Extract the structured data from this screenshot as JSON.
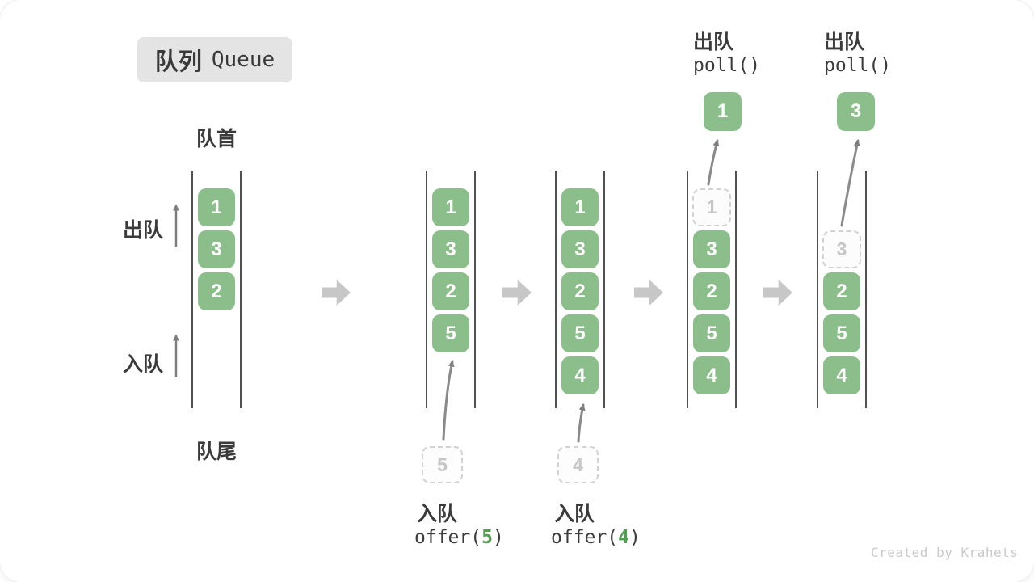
{
  "title": {
    "zh": "队列",
    "en": "Queue"
  },
  "side_labels": {
    "front": "队首",
    "rear": "队尾",
    "dequeue": "出队",
    "enqueue": "入队"
  },
  "queues": [
    {
      "slots": [
        "1",
        "3",
        "2"
      ]
    },
    {
      "slots": [
        "1",
        "3",
        "2",
        "5"
      ],
      "pending": {
        "value": "5",
        "label": "入队",
        "code_pre": "offer(",
        "code_arg": "5",
        "code_post": ")"
      }
    },
    {
      "slots": [
        "1",
        "3",
        "2",
        "5",
        "4"
      ],
      "pending": {
        "value": "4",
        "label": "入队",
        "code_pre": "offer(",
        "code_arg": "4",
        "code_post": ")"
      }
    },
    {
      "ghost": "1",
      "slots": [
        "3",
        "2",
        "5",
        "4"
      ],
      "polled": {
        "label": "出队",
        "code": "poll()",
        "value": "1"
      }
    },
    {
      "ghost": "3",
      "slots": [
        "2",
        "5",
        "4"
      ],
      "polled": {
        "label": "出队",
        "code": "poll()",
        "value": "3"
      }
    }
  ],
  "colors": {
    "item_green": "#8cbe8c",
    "code_arg_green": "#4fa050",
    "block_arrow_gray": "#c7c7c7",
    "ghost_gray": "#d2d2d2",
    "text_dark": "#3b3b3b"
  },
  "icons": {
    "flow_arrow": "right-block-arrow",
    "thin_arrow": "curved-up-arrow"
  },
  "footer": {
    "credit": "Created by Krahets"
  }
}
